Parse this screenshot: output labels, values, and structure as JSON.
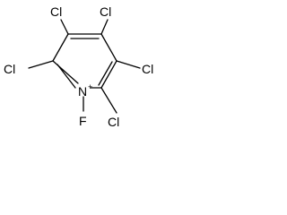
{
  "molecule": {
    "atoms": {
      "cl_top_left": "Cl",
      "cl_top_right": "Cl",
      "cl_mid_left": "Cl",
      "cl_mid_right": "Cl",
      "cl_bottom_right": "Cl",
      "nitrogen": "N",
      "nitrogen_charge": "+",
      "fluorine": "F"
    }
  }
}
